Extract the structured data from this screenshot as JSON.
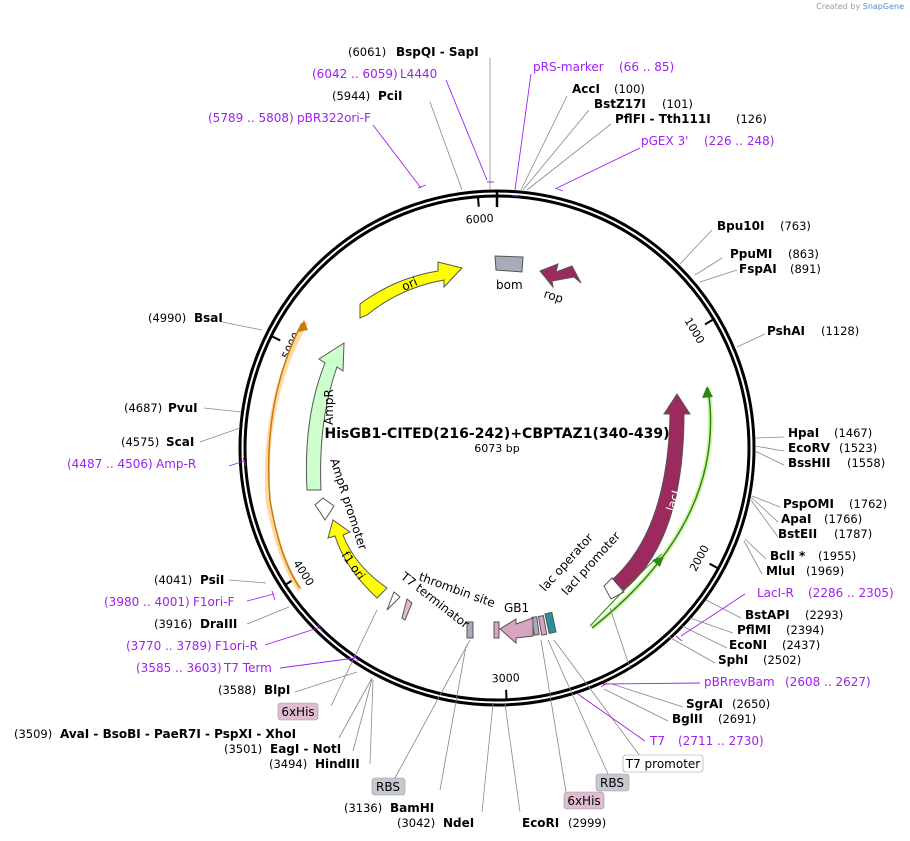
{
  "credit": {
    "prefix": "Created by",
    "brand": "SnapGene"
  },
  "plasmid": {
    "name": "HisGB1-CITED(216-242)+CBPTAZ1(340-439)",
    "size": "6073 bp"
  },
  "ticks": [
    {
      "text": "1000",
      "bp": 1000
    },
    {
      "text": "2000",
      "bp": 2000
    },
    {
      "text": "3000",
      "bp": 3000
    },
    {
      "text": "4000",
      "bp": 4000
    },
    {
      "text": "5000",
      "bp": 5000
    },
    {
      "text": "6000",
      "bp": 6000
    }
  ],
  "feature_labels": {
    "ori": "ori",
    "bom": "bom",
    "rop": "rop",
    "ampr": "AmpR",
    "ampr_promoter": "AmpR promoter",
    "f1_ori": "f1 ori",
    "laci": "lacI",
    "lac_operator": "lac operator",
    "laci_promoter": "lacI promoter",
    "gb1": "GB1",
    "thrombin": "thrombin site",
    "t7_terminator": "T7 terminator"
  },
  "site_labels": [
    {
      "pos": "(6061)",
      "name": "BspQI  - SapI"
    },
    {
      "pos": "(5944)",
      "name": "PciI"
    },
    {
      "pos": "(100)",
      "name": "AccI"
    },
    {
      "pos": "(101)",
      "name": "BstZ17I"
    },
    {
      "pos": "(126)",
      "name": "PflFI  - Tth111I"
    },
    {
      "pos": "(763)",
      "name": "Bpu10I"
    },
    {
      "pos": "(863)",
      "name": "PpuMI"
    },
    {
      "pos": "(891)",
      "name": "FspAI"
    },
    {
      "pos": "(1128)",
      "name": "PshAI"
    },
    {
      "pos": "(1467)",
      "name": "HpaI"
    },
    {
      "pos": "(1523)",
      "name": "EcoRV"
    },
    {
      "pos": "(1558)",
      "name": "BssHII"
    },
    {
      "pos": "(1762)",
      "name": "PspOMI"
    },
    {
      "pos": "(1766)",
      "name": "ApaI"
    },
    {
      "pos": "(1787)",
      "name": "BstEII"
    },
    {
      "pos": "(1955)",
      "name": "BclI *"
    },
    {
      "pos": "(1969)",
      "name": "MluI"
    },
    {
      "pos": "(2293)",
      "name": "BstAPI"
    },
    {
      "pos": "(2394)",
      "name": "PflMI"
    },
    {
      "pos": "(2437)",
      "name": "EcoNI"
    },
    {
      "pos": "(2502)",
      "name": "SphI"
    },
    {
      "pos": "(2650)",
      "name": "SgrAI"
    },
    {
      "pos": "(2691)",
      "name": "BglII"
    },
    {
      "pos": "(4990)",
      "name": "BsaI"
    },
    {
      "pos": "(4687)",
      "name": "PvuI"
    },
    {
      "pos": "(4575)",
      "name": "ScaI"
    },
    {
      "pos": "(4041)",
      "name": "PsiI"
    },
    {
      "pos": "(3916)",
      "name": "DraIII"
    },
    {
      "pos": "(3588)",
      "name": "BlpI"
    },
    {
      "pos": "(3509)",
      "name": "AvaI  - BsoBI  - PaeR7I  - PspXI  - XhoI"
    },
    {
      "pos": "(3501)",
      "name": "EagI  - NotI"
    },
    {
      "pos": "(3494)",
      "name": "HindIII"
    },
    {
      "pos": "(3136)",
      "name": "BamHI"
    },
    {
      "pos": "(3042)",
      "name": "NdeI"
    },
    {
      "pos": "(2999)",
      "name": "EcoRI"
    }
  ],
  "primer_labels": [
    {
      "name": "L4440",
      "range": "(6042 .. 6059)"
    },
    {
      "name": "pBR322ori-F",
      "range": "(5789 .. 5808)"
    },
    {
      "name": "pRS-marker",
      "range": "(66 .. 85)"
    },
    {
      "name": "pGEX 3'",
      "range": "(226 .. 248)"
    },
    {
      "name": "LacI-R",
      "range": "(2286 .. 2305)"
    },
    {
      "name": "pBRrevBam",
      "range": "(2608 .. 2627)"
    },
    {
      "name": "T7",
      "range": "(2711 .. 2730)"
    },
    {
      "name": "Amp-R",
      "range": "(4487 .. 4506)"
    },
    {
      "name": "F1ori-F",
      "range": "(3980 .. 4001)"
    },
    {
      "name": "F1ori-R",
      "range": "(3770 .. 3789)"
    },
    {
      "name": "T7 Term",
      "range": "(3585 .. 3603)"
    }
  ],
  "tag_labels": [
    {
      "text": "6xHis"
    },
    {
      "text": "RBS"
    },
    {
      "text": "T7 promoter"
    },
    {
      "text": "RBS"
    },
    {
      "text": "6xHis"
    }
  ],
  "colors": {
    "primer": "#a020f0",
    "ori": "#ffff00",
    "rop": "#9c2a5f",
    "bom": "#a8acb8",
    "ampr": "#ccffcc",
    "laci": "#9c2a5f",
    "gb1": "#d8a4c0",
    "tag_his": "#e0bcd0",
    "tag_rbs": "#c4c8d0"
  }
}
